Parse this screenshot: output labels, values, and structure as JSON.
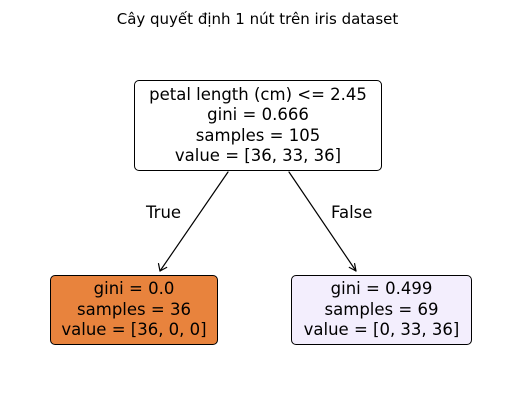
{
  "title": "Cây quyết định 1 nút trên iris dataset",
  "colors": {
    "root_fill": "#ffffff",
    "left_leaf_fill": "#e8833d",
    "right_leaf_fill": "#f3eefd",
    "border": "#000000"
  },
  "tree": {
    "root": {
      "split": "petal length (cm) <= 2.45",
      "gini": "gini = 0.666",
      "samples": "samples = 105",
      "value": "value = [36, 33, 36]"
    },
    "left_leaf": {
      "gini": "gini = 0.0",
      "samples": "samples = 36",
      "value": "value = [36, 0, 0]"
    },
    "right_leaf": {
      "gini": "gini = 0.499",
      "samples": "samples = 69",
      "value": "value = [0, 33, 36]"
    },
    "edges": {
      "true_label": "True",
      "false_label": "False"
    }
  }
}
